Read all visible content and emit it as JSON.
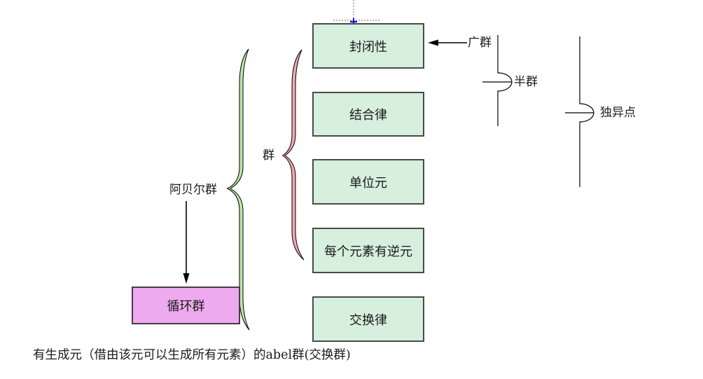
{
  "boxes": [
    {
      "label": "封闭性"
    },
    {
      "label": "结合律"
    },
    {
      "label": "单位元"
    },
    {
      "label": "每个元素有逆元"
    },
    {
      "label": "交换律"
    }
  ],
  "cyclic_box": {
    "label": "循环群"
  },
  "labels": {
    "magma": "广群",
    "semigroup": "半群",
    "monoid": "独异点",
    "group": "群",
    "abelian": "阿贝尔群"
  },
  "footnote": "有生成元（借由该元可以生成所有元素）的abel群(交换群)",
  "colors": {
    "property_box_fill": "#d7efdd",
    "property_box_border": "#4a4a4a",
    "cyclic_box_fill": "#eeaaee",
    "group_brace_fill": "#f3a8b2",
    "abelian_brace_fill": "#bbe7a9",
    "crosshair_dots": "#9b8168",
    "connection_point": "#1212dd",
    "line_color": "#000000"
  }
}
